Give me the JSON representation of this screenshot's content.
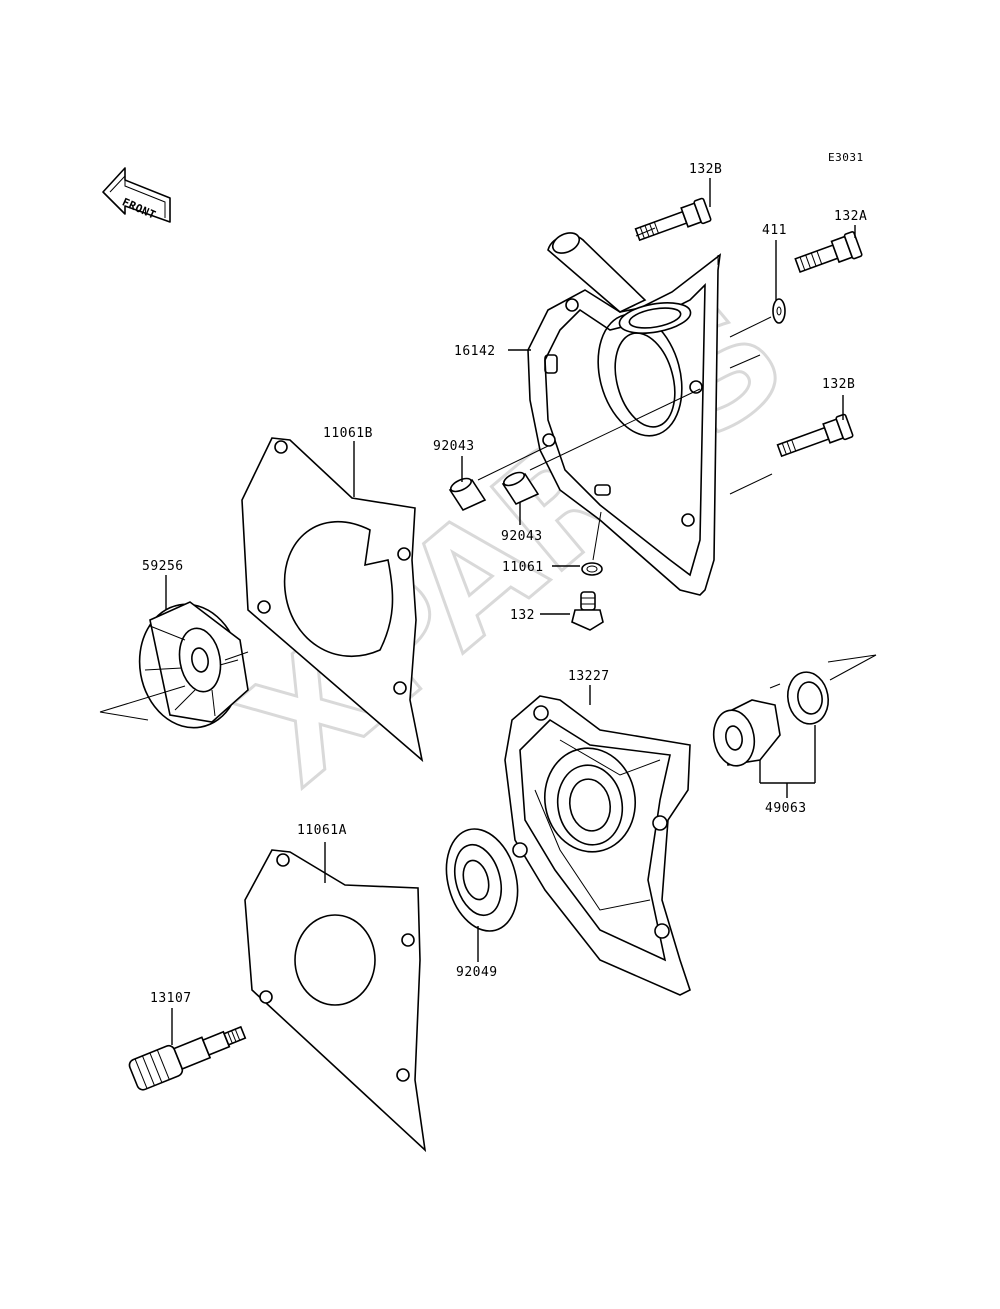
{
  "diagram_code": "E3031",
  "front_label": "FRONT",
  "watermark": "XPARTS",
  "callouts": {
    "p132B_top": "132B",
    "p132A": "132A",
    "p411": "411",
    "p16142": "16142",
    "p132B_mid": "132B",
    "p92043_a": "92043",
    "p92043_b": "92043",
    "p11061": "11061",
    "p132": "132",
    "p11061B": "11061B",
    "p59256": "59256",
    "p13227": "13227",
    "p49063": "49063",
    "p11061A": "11061A",
    "p92049": "92049",
    "p13107": "13107"
  }
}
